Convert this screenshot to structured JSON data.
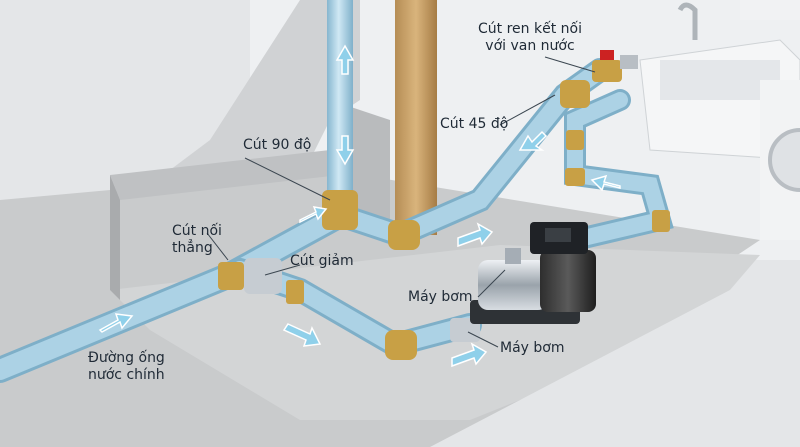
{
  "labels": {
    "main_pipe_line1": "Đường ống",
    "main_pipe_line2": "nước chính",
    "straight_coupling_line1": "Cút nối",
    "straight_coupling_line2": "thẳng",
    "elbow_90": "Cút 90 độ",
    "reducer": "Cút giảm",
    "elbow_45": "Cút 45 độ",
    "threaded_elbow_line1": "Cút ren kết nối",
    "threaded_elbow_line2": "với van nước",
    "pump_upper": "Máy bơm",
    "pump_lower": "Máy bơm"
  },
  "colors": {
    "pipe": "#a9cfe2",
    "brass": "#c8a045",
    "silver": "#c6ccd2",
    "concrete": "#c4c6c7",
    "arrow": "#8fd0ea",
    "valve": "#cc2222"
  },
  "icons": [
    "flow-arrow-icon",
    "faucet-icon",
    "valve-handle-icon"
  ]
}
